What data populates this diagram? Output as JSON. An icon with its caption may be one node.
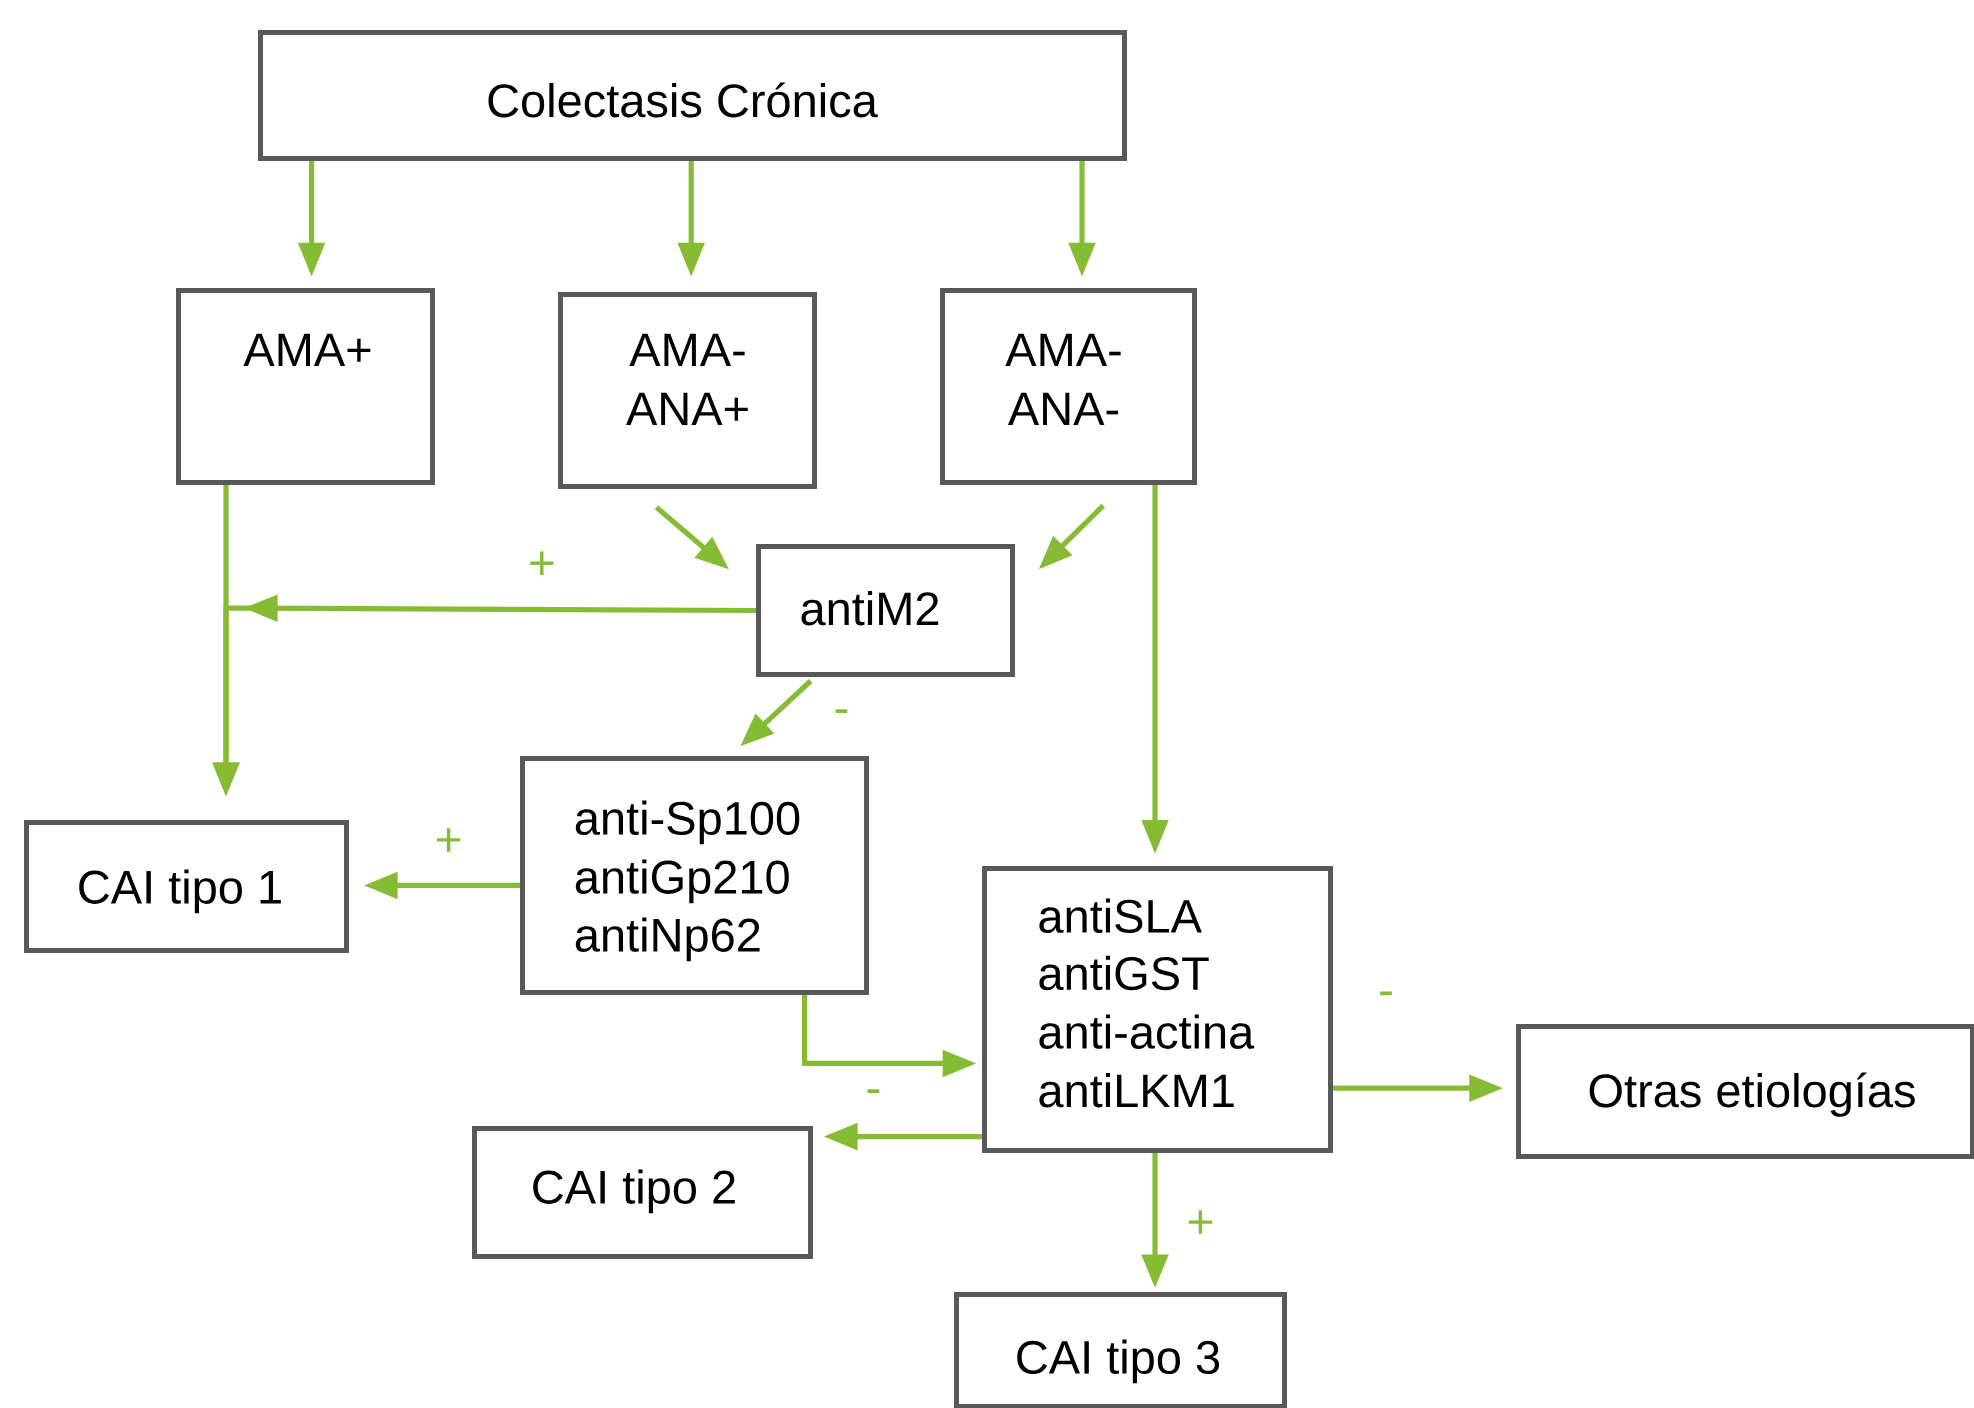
{
  "diagram": {
    "nodes": [
      {
        "text": [
          "Colectasis Crónica"
        ]
      },
      {
        "text": [
          "AMA+"
        ]
      },
      {
        "text": [
          "AMA-",
          "ANA+"
        ]
      },
      {
        "text": [
          "AMA-",
          "ANA-"
        ]
      },
      {
        "text": [
          "antiM2"
        ]
      },
      {
        "text": [
          "anti-Sp100",
          "antiGp210",
          "antiNp62"
        ]
      },
      {
        "text": [
          "CAI tipo 1"
        ]
      },
      {
        "text": [
          "antiSLA",
          "antiGST",
          "anti-actina",
          "antiLKM1"
        ]
      },
      {
        "text": [
          "Otras etiologías"
        ]
      },
      {
        "text": [
          "CAI tipo 2"
        ]
      },
      {
        "text": [
          "CAI tipo 3"
        ]
      }
    ],
    "edges": [
      {
        "from": 0,
        "to": 1,
        "arrow": "to"
      },
      {
        "from": 0,
        "to": 2,
        "arrow": "to"
      },
      {
        "from": 0,
        "to": 3,
        "arrow": "to"
      },
      {
        "from": 1,
        "to": 6,
        "arrow": "to"
      },
      {
        "from": 2,
        "to": 4,
        "arrow": "to"
      },
      {
        "from": 3,
        "to": 4,
        "arrow": "to"
      },
      {
        "from": 4,
        "to": 6,
        "arrow": "to",
        "label": "+"
      },
      {
        "from": 4,
        "to": 5,
        "arrow": "to",
        "label": "-"
      },
      {
        "from": 5,
        "to": 6,
        "arrow": "to",
        "label": "+"
      },
      {
        "from": 5,
        "to": 7,
        "arrow": "to"
      },
      {
        "from": 3,
        "to": 7,
        "arrow": "to"
      },
      {
        "from": 7,
        "to": 8,
        "arrow": "to",
        "label": "-"
      },
      {
        "from": 7,
        "to": 9,
        "arrow": "to",
        "label": "-"
      },
      {
        "from": 7,
        "to": 10,
        "arrow": "to",
        "label": "+"
      }
    ]
  }
}
